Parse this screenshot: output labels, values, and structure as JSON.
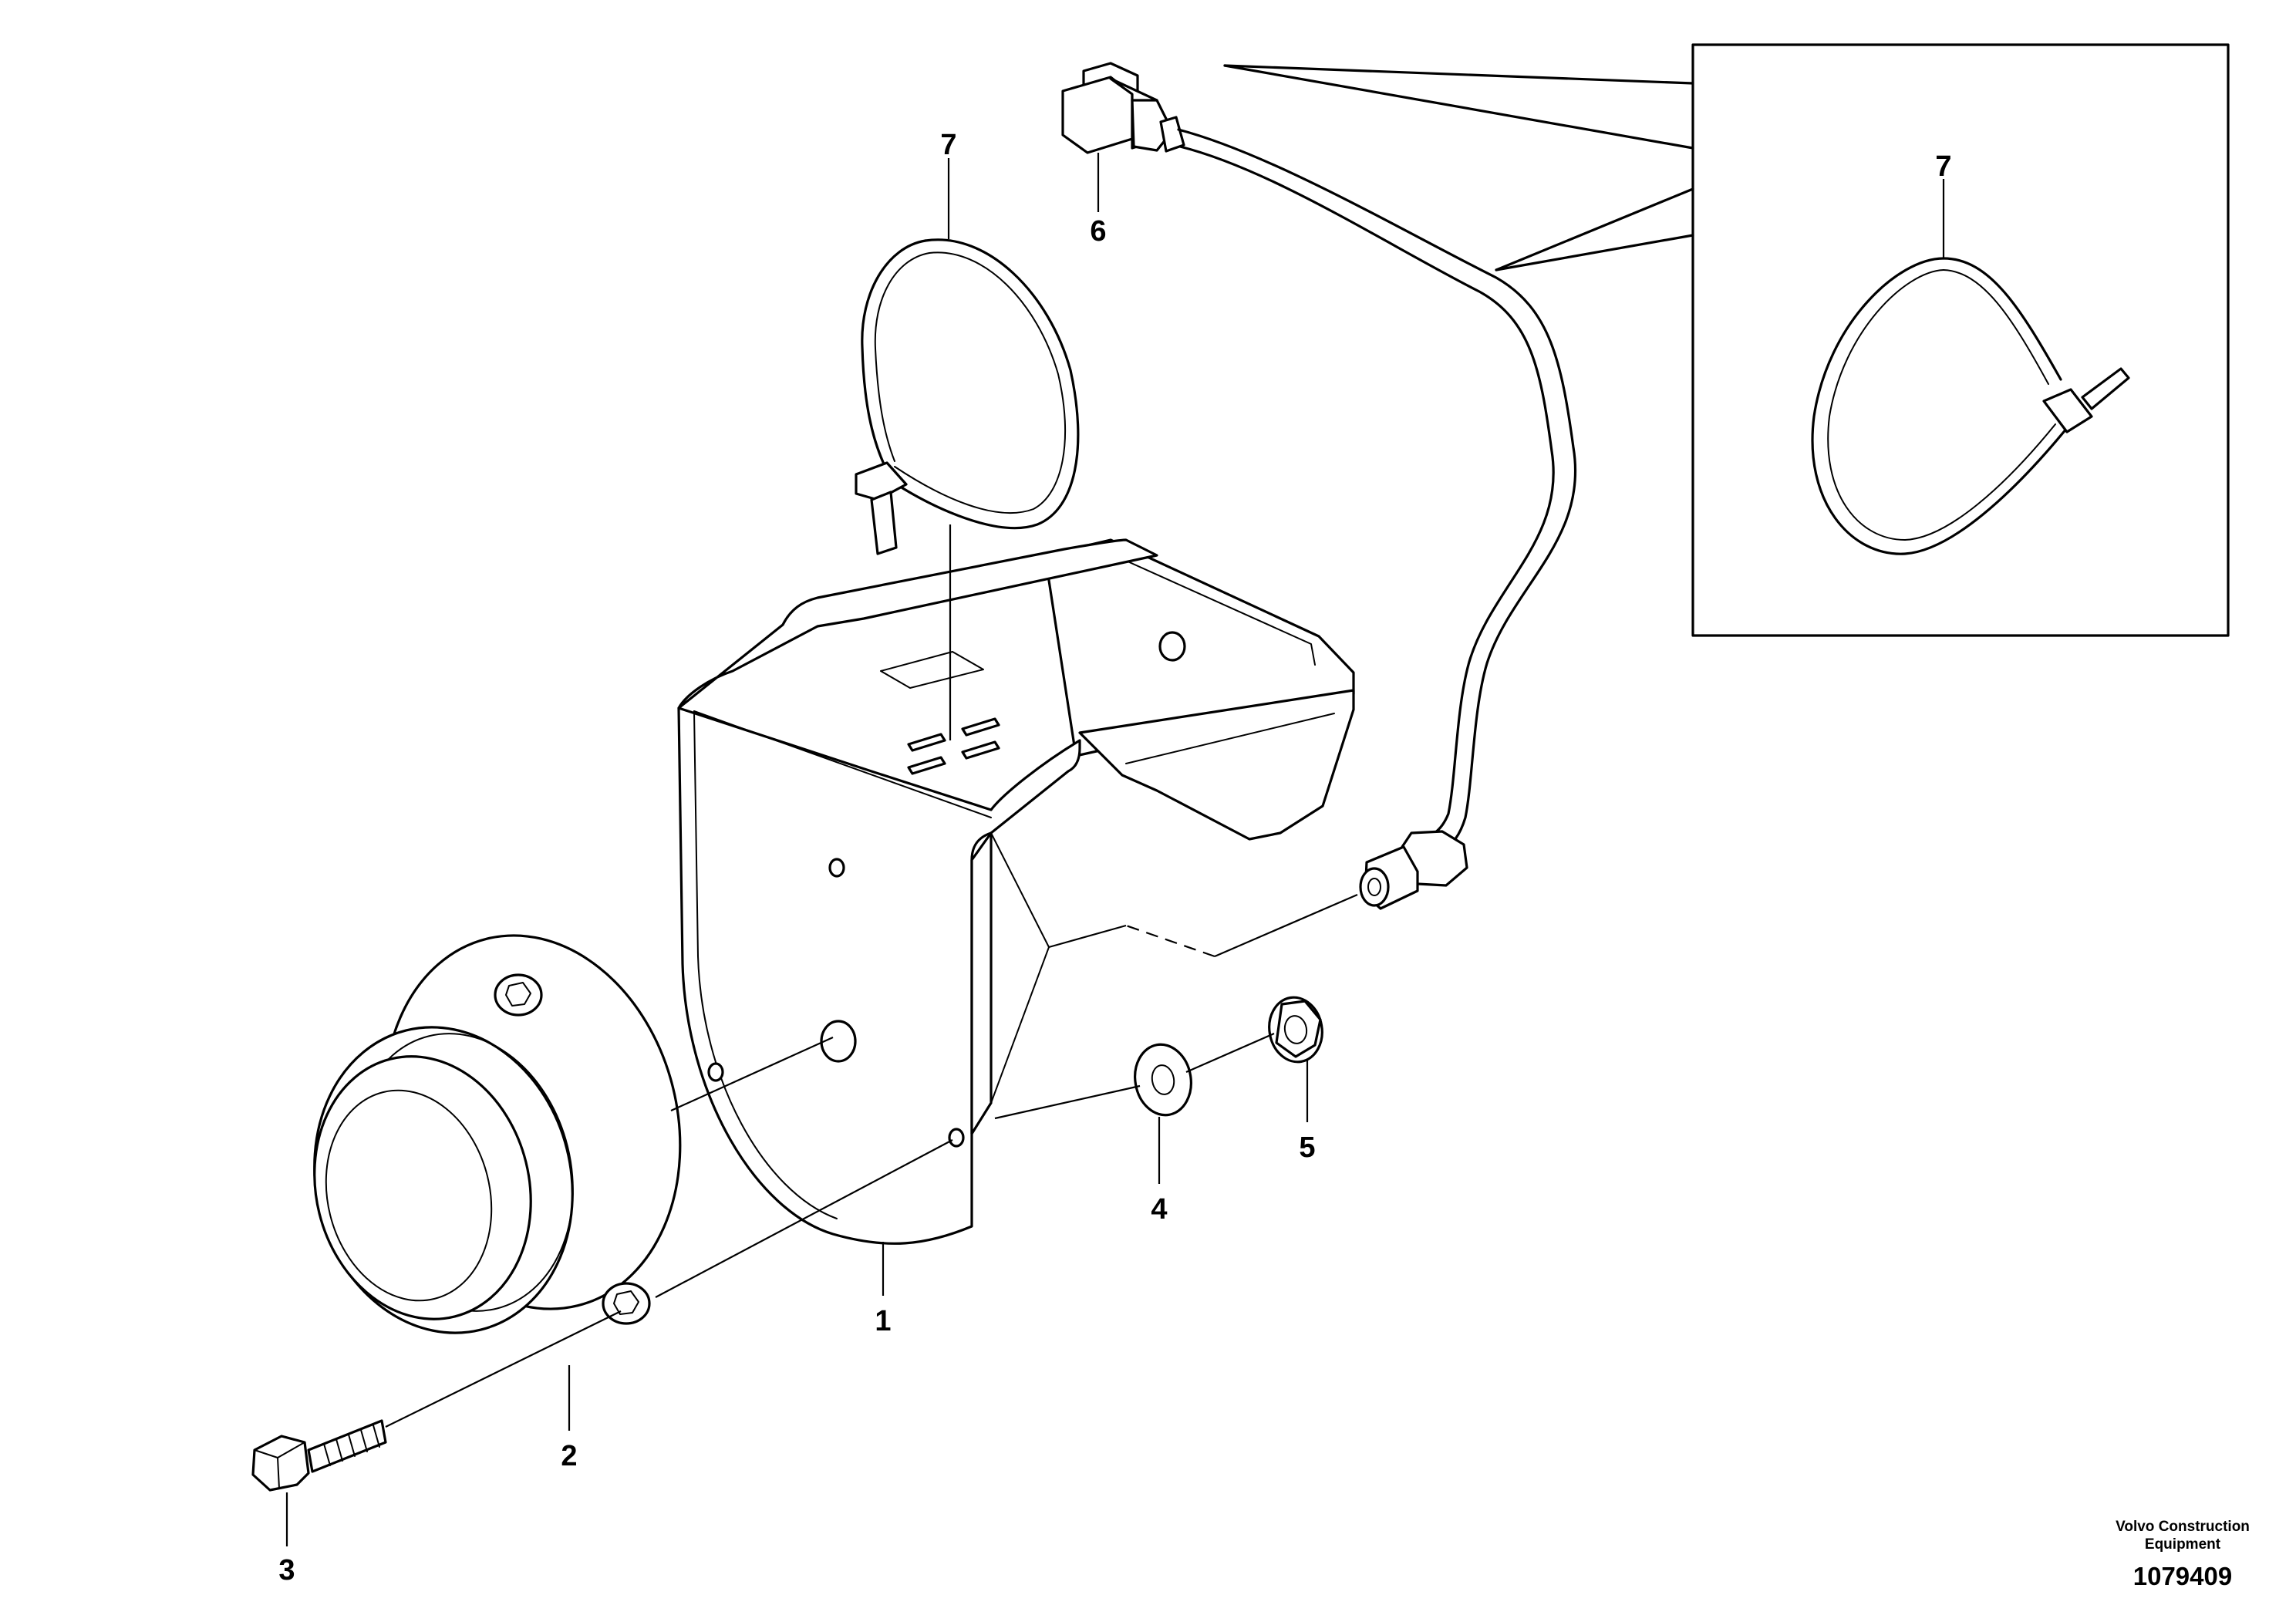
{
  "callouts": {
    "bracket": "1",
    "lamp": "2",
    "screw": "3",
    "washer": "4",
    "nut": "5",
    "cable": "6",
    "cable_tie": "7",
    "cable_tie_detail": "7"
  },
  "footer": {
    "brand_line1": "Volvo Construction",
    "brand_line2": "Equipment",
    "doc_number": "1079409"
  }
}
